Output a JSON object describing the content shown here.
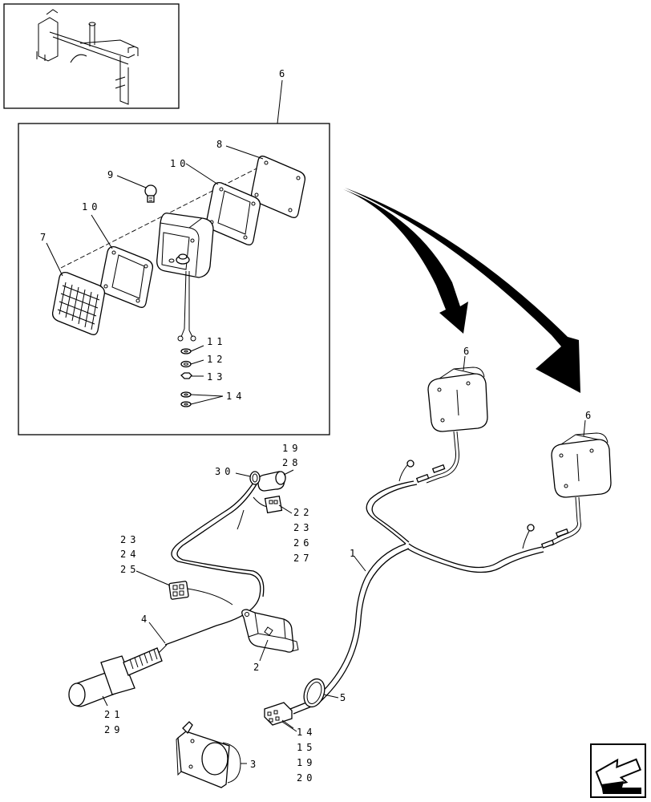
{
  "callouts": {
    "c6_box": "6",
    "c8": "8",
    "c9": "9",
    "c10_right": "10",
    "c10_left": "10",
    "c7": "7",
    "c11": "11",
    "c12": "12",
    "c13": "13",
    "c14_box": "14",
    "c6_lamp_left": "6",
    "c6_lamp_right": "6",
    "c19_top": "19",
    "c28": "28",
    "c30": "30",
    "c22": "22",
    "c23_right": "23",
    "c26": "26",
    "c27": "27",
    "c23_left": "23",
    "c24": "24",
    "c25": "25",
    "c4": "4",
    "c1": "1",
    "c2": "2",
    "c5": "5",
    "c21": "21",
    "c29": "29",
    "c14_bottom": "14",
    "c15": "15",
    "c19_bottom": "19",
    "c20": "20",
    "c3": "3"
  },
  "icons": {
    "locator": "machine-locator-icon",
    "nav": "next-page-arrow-icon"
  }
}
